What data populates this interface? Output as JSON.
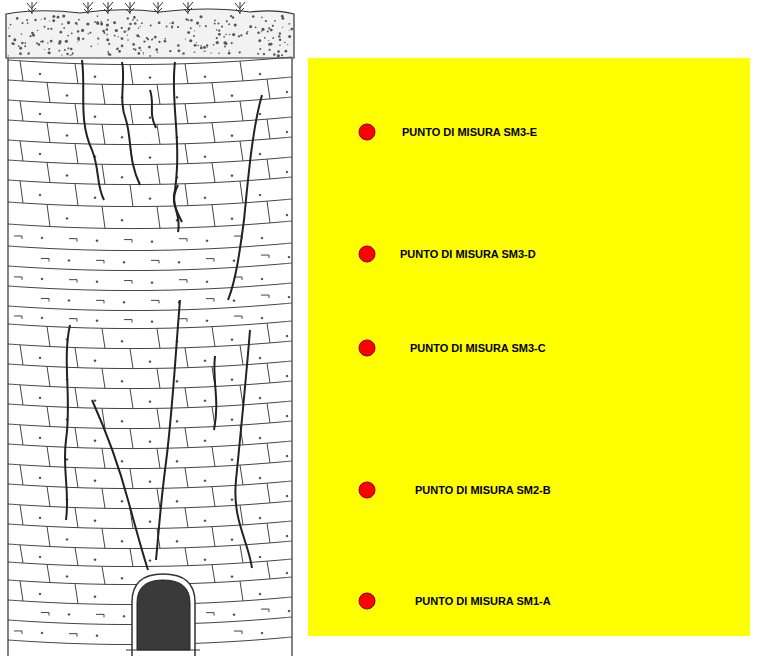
{
  "diagram": {
    "nodes": [
      {
        "text": [
          "PUNTO DI MISURA SM3-E",
          "PUNTO DI MISURA SM3-D",
          "PUNTO DI MISURA SM3-C",
          "PUNTO DI MISURA SM2-B",
          "PUNTO DI MISURA SM1-A"
        ]
      }
    ]
  }
}
